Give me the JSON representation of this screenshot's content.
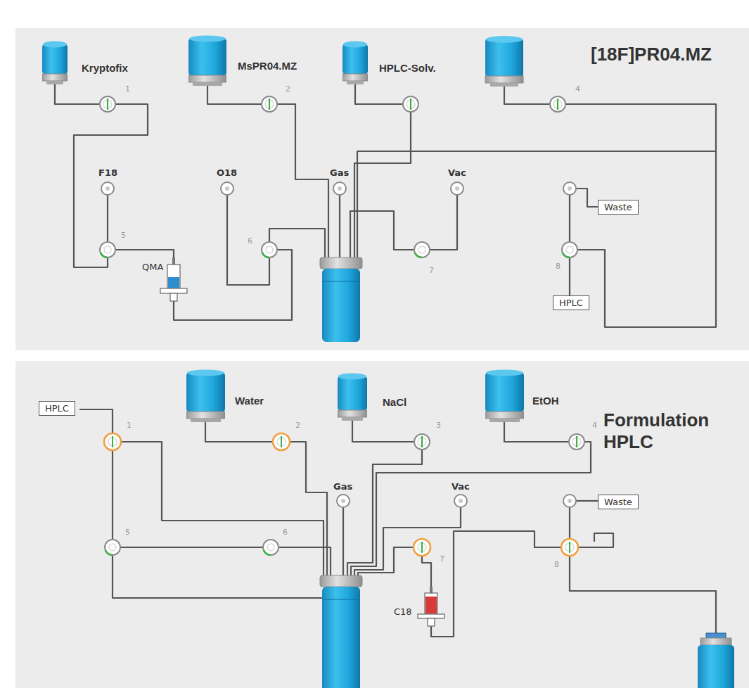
{
  "diagram": {
    "nodes": [
      {
        "text": [
          "Kryptofix"
        ]
      },
      {
        "text": [
          "MsPR04.MZ"
        ]
      },
      {
        "text": [
          "HPLC-Solv."
        ]
      },
      {
        "text": [
          "Waste"
        ]
      },
      {
        "text": [
          "HPLC"
        ]
      },
      {
        "text": [
          "HPLC"
        ]
      },
      {
        "text": [
          "Water"
        ]
      },
      {
        "text": [
          "NaCl"
        ]
      },
      {
        "text": [
          "EtOH"
        ]
      },
      {
        "text": [
          "Waste"
        ]
      }
    ],
    "labels": [
      "[18F]PR04.MZ",
      "1",
      "2",
      "4",
      "F18",
      "O18",
      "Gas",
      "Vac",
      "5",
      "6",
      "7",
      "8",
      "QMA",
      "Formulation HPLC",
      "1",
      "2",
      "3",
      "4",
      "Gas",
      "Vac",
      "5",
      "6",
      "7",
      "8",
      "C18"
    ]
  }
}
